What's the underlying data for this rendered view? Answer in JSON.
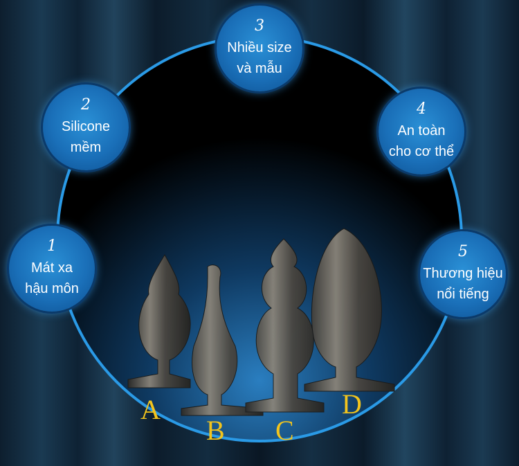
{
  "features": [
    {
      "number": "1",
      "line1": "Mát xa",
      "line2": "hậu môn"
    },
    {
      "number": "2",
      "line1": "Silicone",
      "line2": "mềm"
    },
    {
      "number": "3",
      "line1": "Nhiều size",
      "line2": "và mẫu"
    },
    {
      "number": "4",
      "line1": "An toàn",
      "line2": "cho cơ thể"
    },
    {
      "number": "5",
      "line1": "Thương hiệu",
      "line2": "nổi tiếng"
    }
  ],
  "products": [
    {
      "label": "A"
    },
    {
      "label": "B"
    },
    {
      "label": "C"
    },
    {
      "label": "D"
    }
  ],
  "colors": {
    "accent": "#1a6fb8",
    "label": "#f2c41d"
  }
}
